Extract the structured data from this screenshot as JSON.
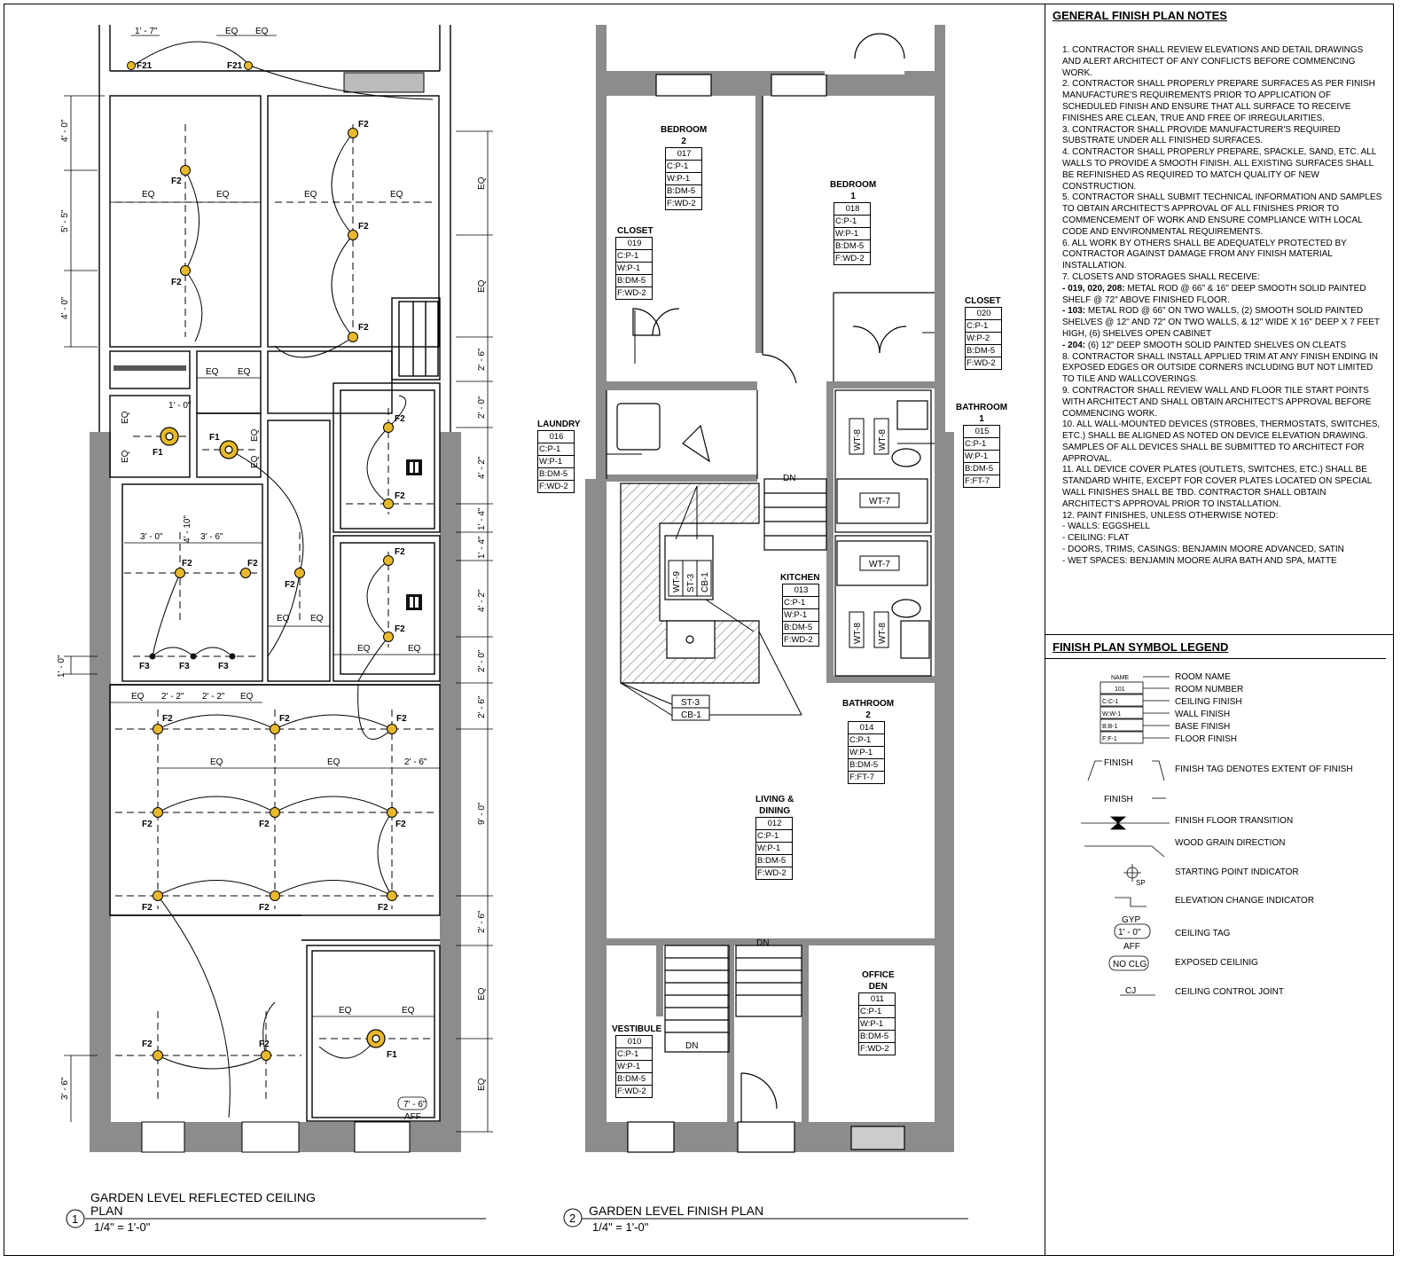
{
  "rcp": {
    "title_line1": "GARDEN LEVEL REFLECTED CEILING",
    "title_line2": "PLAN",
    "number": "1",
    "scale": "1/4\" = 1'-0\"",
    "fixtures": {
      "f1": "F1",
      "f2": "F2",
      "f3": "F3",
      "f21": "F21"
    },
    "dims": {
      "eq": "EQ",
      "d_1_7": "1' - 7\"",
      "d_4_0": "4' - 0\"",
      "d_5_5": "5' - 5\"",
      "d_2_6": "2' - 6\"",
      "d_2_0": "2' - 0\"",
      "d_4_2": "4' - 2\"",
      "d_1_4": "1' - 4\"",
      "d_1_0": "1' - 0\"",
      "d_3_0": "3' - 0\"",
      "d_3_6": "3' - 6\"",
      "d_4_10": "4' - 10\"",
      "d_2_2": "2' - 2\"",
      "d_9_0": "9' - 0\"",
      "d_7_6": "7' - 6\""
    },
    "aff": "AFF"
  },
  "fp": {
    "title": "GARDEN LEVEL FINISH PLAN",
    "number": "2",
    "scale": "1/4\" = 1'-0\"",
    "dn": "DN",
    "rooms": [
      {
        "name": "BEDROOM",
        "name2": "2",
        "num": "017",
        "c": "C:P-1",
        "w": "W:P-1",
        "b": "B:DM-5",
        "f": "F:WD-2"
      },
      {
        "name": "BEDROOM",
        "name2": "1",
        "num": "018",
        "c": "C:P-1",
        "w": "W:P-1",
        "b": "B:DM-5",
        "f": "F:WD-2"
      },
      {
        "name": "CLOSET",
        "name2": "",
        "num": "019",
        "c": "C:P-1",
        "w": "W:P-1",
        "b": "B:DM-5",
        "f": "F:WD-2"
      },
      {
        "name": "CLOSET",
        "name2": "",
        "num": "020",
        "c": "C:P-1",
        "w": "W:P-2",
        "b": "B:DM-5",
        "f": "F:WD-2"
      },
      {
        "name": "LAUNDRY",
        "name2": "",
        "num": "016",
        "c": "C:P-1",
        "w": "W:P-1",
        "b": "B:DM-5",
        "f": "F:WD-2"
      },
      {
        "name": "BATHROOM",
        "name2": "1",
        "num": "015",
        "c": "C:P-1",
        "w": "W:P-1",
        "b": "B:DM-5",
        "f": "F:FT-7"
      },
      {
        "name": "KITCHEN",
        "name2": "",
        "num": "013",
        "c": "C:P-1",
        "w": "W:P-1",
        "b": "B:DM-5",
        "f": "F:WD-2"
      },
      {
        "name": "BATHROOM",
        "name2": "2",
        "num": "014",
        "c": "C:P-1",
        "w": "W:P-1",
        "b": "B:DM-5",
        "f": "F:FT-7"
      },
      {
        "name": "LIVING &",
        "name2": "DINING",
        "num": "012",
        "c": "C:P-1",
        "w": "W:P-1",
        "b": "B:DM-5",
        "f": "F:WD-2"
      },
      {
        "name": "OFFICE",
        "name2": "DEN",
        "num": "011",
        "c": "C:P-1",
        "w": "W:P-1",
        "b": "B:DM-5",
        "f": "F:WD-2"
      },
      {
        "name": "VESTIBULE",
        "name2": "",
        "num": "010",
        "c": "C:P-1",
        "w": "W:P-1",
        "b": "B:DM-5",
        "f": "F:WD-2"
      }
    ],
    "tags": {
      "wt8": "WT-8",
      "wt7": "WT-7",
      "wt9": "WT-9",
      "st3": "ST-3",
      "cb1": "CB-1"
    }
  },
  "notes": {
    "title": "GENERAL FINISH PLAN NOTES",
    "items": [
      "1. CONTRACTOR SHALL REVIEW ELEVATIONS AND DETAIL DRAWINGS AND ALERT ARCHITECT OF ANY CONFLICTS BEFORE COMMENCING WORK.",
      "2. CONTRACTOR SHALL PROPERLY PREPARE SURFACES AS PER FINISH MANUFACTURE'S REQUIREMENTS PRIOR TO APPLICATION OF SCHEDULED FINISH AND ENSURE THAT ALL SURFACE TO RECEIVE FINISHES ARE CLEAN, TRUE AND FREE OF IRREGULARITIES.",
      "3. CONTRACTOR SHALL PROVIDE MANUFACTURER'S REQUIRED SUBSTRATE UNDER ALL FINISHED SURFACES.",
      "4. CONTRACTOR SHALL PROPERLY PREPARE, SPACKLE, SAND, ETC. ALL WALLS TO PROVIDE A SMOOTH FINISH. ALL EXISTING SURFACES SHALL BE REFINISHED AS REQUIRED TO MATCH QUALITY OF NEW CONSTRUCTION.",
      "5. CONTRACTOR SHALL SUBMIT TECHNICAL INFORMATION AND SAMPLES TO OBTAIN ARCHITECT'S APPROVAL OF ALL FINISHES PRIOR TO COMMENCEMENT OF WORK AND ENSURE COMPLIANCE WITH LOCAL CODE AND ENVIRONMENTAL REQUIREMENTS.",
      "6. ALL WORK BY OTHERS SHALL BE ADEQUATELY PROTECTED BY CONTRACTOR AGAINST DAMAGE FROM ANY FINISH MATERIAL INSTALLATION.",
      "7. CLOSETS AND STORAGES SHALL RECEIVE:"
    ],
    "sub7": [
      {
        "b": "- 019, 020, 208:",
        "t": " METAL ROD @ 66\" & 16\" DEEP SMOOTH  SOLID PAINTED SHELF @ 72\" ABOVE FINISHED FLOOR."
      },
      {
        "b": "- 103:",
        "t": " METAL ROD @ 66\" ON TWO WALLS, (2) SMOOTH  SOLID PAINTED SHELVES @ 12\" AND 72\" ON TWO WALLS, & 12\" WIDE X 16\" DEEP X 7 FEET HIGH, (6) SHELVES OPEN CABINET"
      },
      {
        "b": "- 204:",
        "t": " (6) 12\" DEEP SMOOTH SOLID PAINTED SHELVES ON CLEATS"
      }
    ],
    "items2": [
      "8. CONTRACTOR SHALL INSTALL APPLIED TRIM AT ANY FINISH ENDING IN EXPOSED EDGES OR OUTSIDE CORNERS INCLUDING BUT NOT LIMITED TO TILE AND WALLCOVERINGS.",
      "9. CONTRACTOR SHALL REVIEW WALL AND FLOOR TILE START POINTS WITH ARCHITECT AND SHALL OBTAIN ARCHITECT'S APPROVAL BEFORE COMMENCING WORK.",
      "10. ALL WALL-MOUNTED DEVICES (STROBES, THERMOSTATS, SWITCHES, ETC.) SHALL BE ALIGNED AS NOTED ON DEVICE ELEVATION DRAWING. SAMPLES OF ALL DEVICES SHALL BE SUBMITTED TO ARCHITECT FOR APPROVAL.",
      "11. ALL DEVICE COVER PLATES (OUTLETS, SWITCHES, ETC.) SHALL BE STANDARD WHITE, EXCEPT FOR COVER PLATES LOCATED ON SPECIAL WALL FINISHES SHALL BE TBD. CONTRACTOR SHALL OBTAIN ARCHITECT'S APPROVAL PRIOR TO INSTALLATION.",
      "12. PAINT FINISHES, UNLESS OTHERWISE NOTED:"
    ],
    "paint": [
      "- WALLS: EGGSHELL",
      "- CEILING: FLAT",
      "- DOORS, TRIMS, CASINGS: BENJAMIN MOORE ADVANCED, SATIN",
      "- WET SPACES: BENJAMIN MOORE AURA BATH AND SPA, MATTE"
    ]
  },
  "legend": {
    "title": "FINISH PLAN SYMBOL LEGEND",
    "tag_name": "NAME",
    "tag_num": "101",
    "tag_c": "C:C-1",
    "tag_w": "W:W-1",
    "tag_b": "B:B-1",
    "tag_f": "F:F-1",
    "room_name": "ROOM NAME",
    "room_number": "ROOM NUMBER",
    "ceiling_finish": "CEILING FINISH",
    "wall_finish": "WALL FINISH",
    "base_finish": "BASE FINISH",
    "floor_finish": "FLOOR FINISH",
    "finish_word": "FINISH",
    "finish_extent": "FINISH TAG DENOTES EXTENT OF FINISH",
    "floor_transition": "FINISH FLOOR TRANSITION",
    "wood_grain": "WOOD GRAIN DIRECTION",
    "sp": "SP",
    "starting_point": "STARTING POINT INDICATOR",
    "elevation_change": "ELEVATION CHANGE INDICATOR",
    "gyp": "GYP",
    "ceiling_tag_val": "1' - 0\"",
    "aff": "AFF",
    "ceiling_tag": "CEILING TAG",
    "no_clg": "NO CLG",
    "exposed_ceiling": "EXPOSED CEILINIG",
    "cj": "CJ",
    "control_joint": "CEILING CONTROL JOINT"
  }
}
